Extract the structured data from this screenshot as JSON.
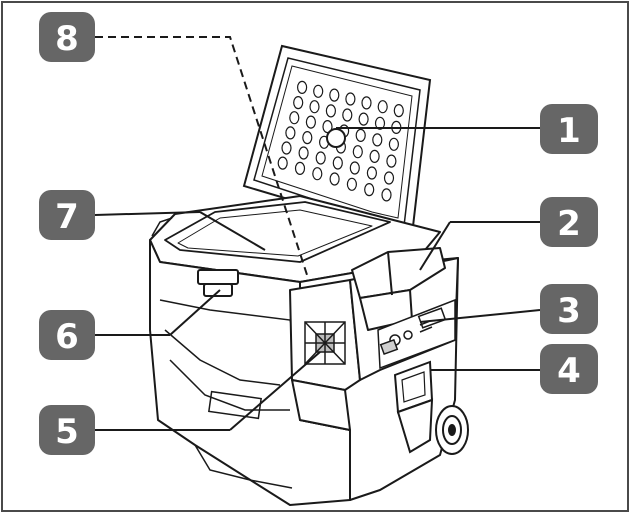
{
  "diagram": {
    "callouts": [
      {
        "number": "1",
        "target": "lid-inner-panel"
      },
      {
        "number": "2",
        "target": "handle"
      },
      {
        "number": "3",
        "target": "control-panel"
      },
      {
        "number": "4",
        "target": "side-handle"
      },
      {
        "number": "5",
        "target": "vent-grille"
      },
      {
        "number": "6",
        "target": "latch"
      },
      {
        "number": "7",
        "target": "storage-compartment"
      },
      {
        "number": "8",
        "target": "lid-hinge"
      }
    ],
    "colors": {
      "badge_fill": "#666666",
      "badge_text": "#ffffff",
      "line": "#1a1a1a",
      "background": "#ffffff"
    }
  }
}
